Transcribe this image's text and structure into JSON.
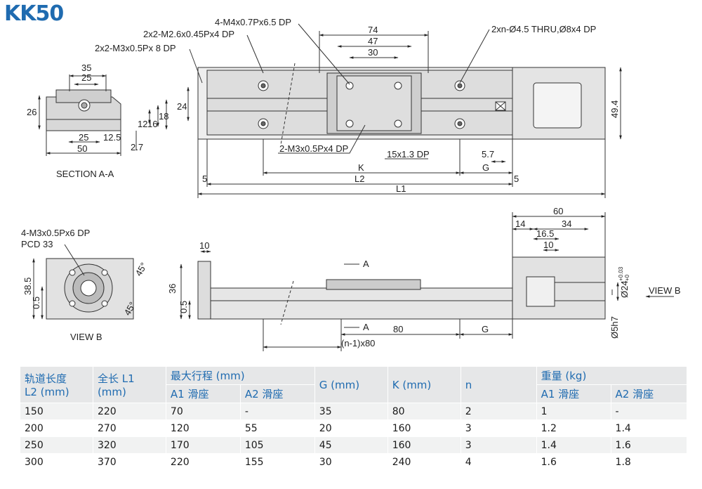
{
  "title": "KK50",
  "top_view": {
    "callouts": [
      "4-M4x0.7Px6.5 DP",
      "2x2-M2.6x0.45Px4 DP",
      "2x2-M3x0.5Px 8 DP",
      "2xn-Ø4.5 THRU,Ø8x4 DP",
      "2-M3x0.5Px4 DP",
      "15x1.3 DP"
    ],
    "dims": {
      "d74": "74",
      "d47": "47",
      "d30": "30",
      "d24": "24",
      "d49_4": "49.4",
      "d5_7": "5.7",
      "k": "K",
      "g": "G",
      "l2": "L2",
      "l1": "L1",
      "five_left": "5",
      "five_right": "5"
    }
  },
  "section_view": {
    "label": "SECTION A-A",
    "dims": {
      "d35": "35",
      "d25_top": "25",
      "d26": "26",
      "d12": "12",
      "d16": "16",
      "d18": "18",
      "d25_bottom": "25",
      "d12_5": "12.5",
      "d50": "50",
      "d2_7": "2.7"
    }
  },
  "view_b": {
    "label": "VIEW B",
    "callouts": [
      "4-M3x0.5Px6 DP",
      "PCD 33"
    ],
    "dims": {
      "d38_5": "38.5",
      "d0_5": "0.5",
      "a45_top": "45°",
      "a45_bottom": "45°"
    }
  },
  "side_view": {
    "dims": {
      "d10_left": "10",
      "d36": "36",
      "d0_5": "0.5",
      "d60": "60",
      "d14": "14",
      "d34": "34",
      "d16_5": "16.5",
      "d10_right": "10",
      "d80": "80",
      "g": "G",
      "n1x80": "(n-1)x80",
      "phi24": "Ø24",
      "phi24_tol_up": "+0.03",
      "phi24_tol_dn": "+0",
      "phi5h7": "Ø5h7",
      "a_top": "A",
      "a_bottom": "A"
    },
    "view_b_arrow": "VIEW B"
  },
  "table": {
    "headers": {
      "rail_length": "轨道长度\nL2 (mm)",
      "total_length": "全长 L1\n(mm)",
      "max_stroke": "最大行程 (mm)",
      "a1": "A1 滑座",
      "a2": "A2 滑座",
      "g": "G (mm)",
      "k": "K (mm)",
      "n": "n",
      "weight": "重量 (kg)",
      "w_a1": "A1 滑座",
      "w_a2": "A2 滑座"
    },
    "rows": [
      [
        "150",
        "220",
        "70",
        "-",
        "35",
        "80",
        "2",
        "1",
        "-"
      ],
      [
        "200",
        "270",
        "120",
        "55",
        "20",
        "160",
        "3",
        "1.2",
        "1.4"
      ],
      [
        "250",
        "320",
        "170",
        "105",
        "45",
        "160",
        "3",
        "1.4",
        "1.6"
      ],
      [
        "300",
        "370",
        "220",
        "155",
        "30",
        "240",
        "4",
        "1.6",
        "1.8"
      ]
    ]
  }
}
